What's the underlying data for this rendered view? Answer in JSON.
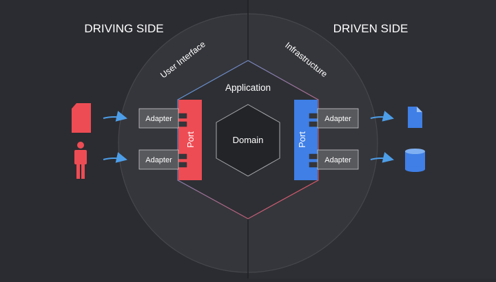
{
  "sides": {
    "driving": "DRIVING SIDE",
    "driven": "DRIVEN SIDE"
  },
  "arcs": {
    "left": "User Interface",
    "right": "Infrastructure"
  },
  "application": "Application",
  "domain": "Domain",
  "ports": {
    "left": "Port",
    "right": "Port"
  },
  "adapters": {
    "left_top": "Adapter",
    "left_bottom": "Adapter",
    "right_top": "Adapter",
    "right_bottom": "Adapter"
  },
  "icons": {
    "left_top": "document-card-icon",
    "left_bottom": "person-icon",
    "right_top": "file-icon",
    "right_bottom": "database-icon"
  },
  "colors": {
    "background": "#2b2c31",
    "driving_accent": "#ee4c54",
    "driven_accent": "#3f7fe6",
    "arrow": "#4d9ee8",
    "adapter": "#58595d",
    "circle": "#35363b"
  }
}
